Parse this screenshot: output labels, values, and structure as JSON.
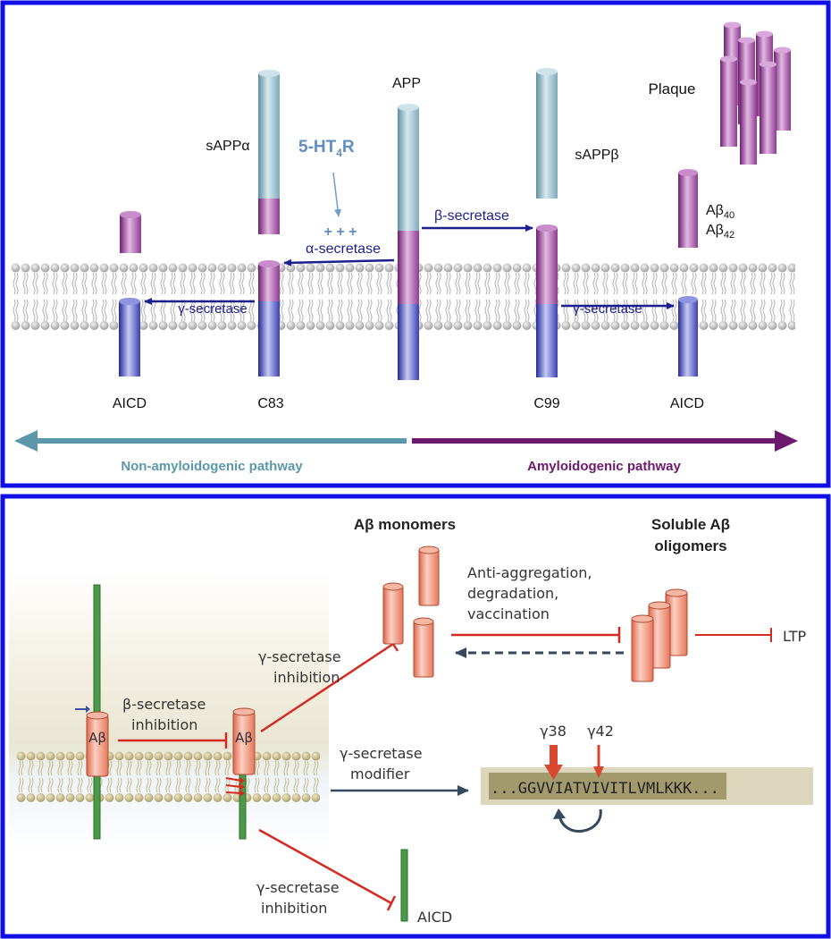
{
  "top_panel": {
    "app": "APP",
    "sappa": "sAPPα",
    "sappb": "sAPPβ",
    "ht4r": "5-HT",
    "ht4r_sub": "4",
    "ht4r_suffix": "R",
    "plus": "+ + +",
    "alpha_secretase": "α-secretase",
    "beta_secretase": "β-secretase",
    "gamma_left": "γ-secretase",
    "gamma_right": "γ-secretase",
    "plaque": "Plaque",
    "ab40_base": "Aβ",
    "ab40_sub": "40",
    "ab42_base": "Aβ",
    "ab42_sub": "42",
    "aicd_left": "AICD",
    "c83": "C83",
    "c99": "C99",
    "aicd_right": "AICD",
    "non_amyloid": "Non-amyloidogenic pathway",
    "amyloid": "Amyloidogenic pathway",
    "colors": {
      "border": "#1010e6",
      "teal": "#5b97aa",
      "purple": "#6b1a6e",
      "navy": "#1c1f8e",
      "ht4r_text": "#5f8fc2"
    }
  },
  "bottom_panel": {
    "ab_monomers": "Aβ monomers",
    "soluble_line1": "Soluble Aβ",
    "soluble_line2": "oligomers",
    "anti_line1": "Anti-aggregation,",
    "anti_line2": "degradation,",
    "anti_line3": "vaccination",
    "ltp": "LTP",
    "gamma_inhib_top_1": "γ-secretase",
    "gamma_inhib_top_2": "inhibition",
    "beta_inhib_1": "β-secretase",
    "beta_inhib_2": "inhibition",
    "ab_left": "Aβ",
    "ab_right": "Aβ",
    "modifier_1": "γ-secretase",
    "modifier_2": "modifier",
    "g38": "γ38",
    "g42": "γ42",
    "seq_highlight": "...GGVVIATVIVITLVML",
    "seq_rest": "KKK...",
    "gamma_inhib_bottom_1": "γ-secretase",
    "gamma_inhib_bottom_2": "inhibition",
    "aicd": "AICD",
    "colors": {
      "red": "#d42a20",
      "salmon": "#f08a72",
      "green": "#4a9a4a",
      "slate": "#34495e",
      "tan": "#dcd6bc"
    }
  }
}
